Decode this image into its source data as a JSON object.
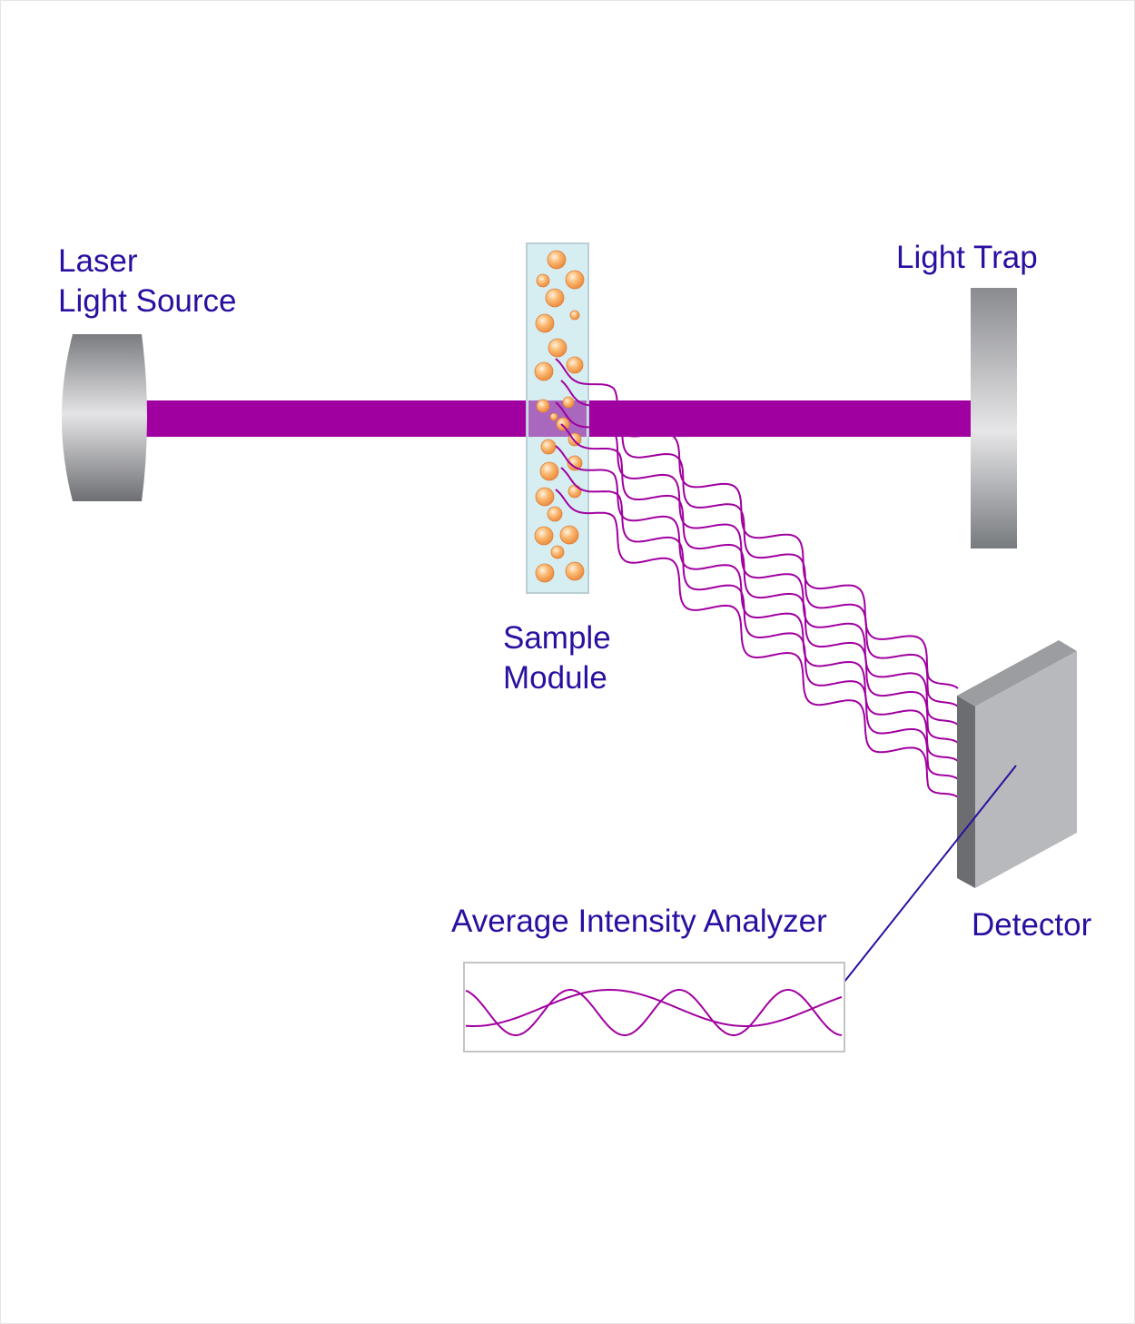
{
  "labels": {
    "laser_line1": "Laser",
    "laser_line2": "Light Source",
    "light_trap": "Light Trap",
    "sample_line1": "Sample",
    "sample_line2": "Module",
    "detector": "Detector",
    "analyzer": "Average Intensity Analyzer"
  },
  "colors": {
    "beam": "#a000a0",
    "label_text": "#2b0fa0",
    "particle": "#f5a65a",
    "cuvette": "#d6eef2",
    "device_gray": "#8c8d90"
  },
  "icons": [
    "laser-source-icon",
    "sample-cuvette-icon",
    "light-trap-icon",
    "detector-icon",
    "signal-trace-icon"
  ]
}
